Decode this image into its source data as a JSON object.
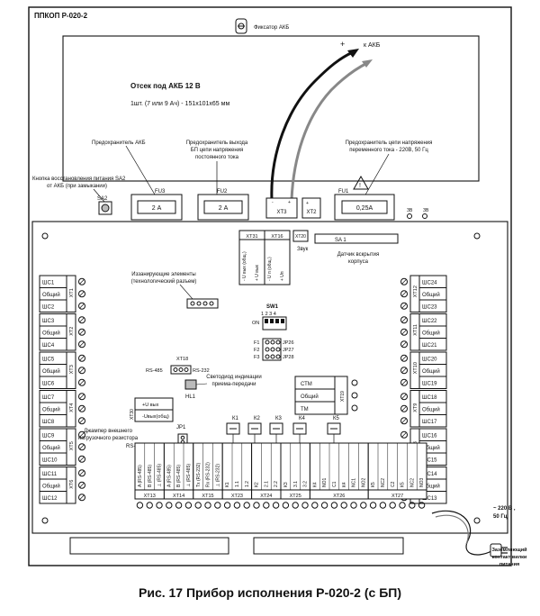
{
  "header": {
    "device_title": "ППКОП Р-020-2",
    "battery_latch": "Фиксатор АКБ",
    "battery_plus": "+",
    "battery_minus": "-",
    "to_battery": "к АКБ"
  },
  "battery_bay": {
    "title": "Отсек под АКБ 12 В",
    "subtitle": "1шт. (7 или 9 Ач) - 151x101x65 мм"
  },
  "top_labels": {
    "fuse_akb": "Предохранитель АКБ",
    "fuse_dc_out": [
      "Предохранитель выхода",
      "БП цепи напряжения",
      "постоянного тока"
    ],
    "fuse_mains": [
      "Предохранитель цепи напряжения",
      "переменного тока - 220В, 50 Гц"
    ],
    "sa2_button": [
      "Кнопка восстановления питания SA2",
      "от АКБ (при замыкании)"
    ]
  },
  "fuses": [
    {
      "id": "FU3",
      "value": "2 А"
    },
    {
      "id": "FU2",
      "value": "2 А"
    },
    {
      "id": "FU1",
      "value": "0,25А"
    }
  ],
  "switches": {
    "sa2": "SA2",
    "sa1": "SA 1",
    "tamper_caption": [
      "Датчик вскрытия",
      "корпуса"
    ],
    "sound": "Звук",
    "xt20": "ХТ20"
  },
  "xt3": {
    "id": "ХТ3",
    "pol": [
      "-",
      "+"
    ]
  },
  "xt2": {
    "id": "ХТ2",
    "pol": "+"
  },
  "xt_power": {
    "xt31": "ХТ31",
    "xt16": "ХТ16",
    "pins": [
      "- U вых (общ.)",
      "+ U вых",
      "- U п (общ.)",
      "+ Uп"
    ]
  },
  "tech_conn": [
    "Иззанирующие элементы",
    "(технологический разъем)"
  ],
  "sw1": {
    "id": "SW1",
    "on": "ON",
    "numbers": "1 2 3 4"
  },
  "jumpers": [
    {
      "f": "F1",
      "jp": "JP26"
    },
    {
      "f": "F2",
      "jp": "JP27"
    },
    {
      "f": "F3",
      "jp": "JP28"
    }
  ],
  "rs": {
    "xt18": "ХТ18",
    "left": "RS-485",
    "right": "RS-232"
  },
  "led": {
    "caption": [
      "Светодиод индикации",
      "приема-передачи"
    ],
    "id": "HL1"
  },
  "stm": {
    "xt": "ХТ19",
    "rows": [
      "СТМ",
      "Общий",
      "ТМ"
    ]
  },
  "xt30": {
    "rows": [
      "+U вых",
      "-Uвых(общ)"
    ],
    "id": "ХТ30"
  },
  "jp1": {
    "caption": [
      "Джампер внешнего",
      "нагрузочного резистора"
    ],
    "rs": "RS-485",
    "id": "JP1"
  },
  "left_blocks": [
    {
      "id": "ХТ1",
      "rows": [
        "ШС1",
        "Общий",
        "ШС2"
      ]
    },
    {
      "id": "ХТ2",
      "rows": [
        "ШС3",
        "Общий",
        "ШС4"
      ]
    },
    {
      "id": "ХТ3",
      "rows": [
        "ШС5",
        "Общий",
        "ШС6"
      ]
    },
    {
      "id": "ХТ4",
      "rows": [
        "ШС7",
        "Общий",
        "ШС8"
      ]
    },
    {
      "id": "ХТ5",
      "rows": [
        "ШС9",
        "Общий",
        "ШС10"
      ]
    },
    {
      "id": "ХТ6",
      "rows": [
        "ШС11",
        "Общий",
        "ШС12"
      ]
    }
  ],
  "right_blocks": [
    {
      "id": "ХТ12",
      "rows": [
        "ШС24",
        "Общий",
        "ШС23"
      ]
    },
    {
      "id": "ХТ11",
      "rows": [
        "ШС22",
        "Общий",
        "ШС21"
      ]
    },
    {
      "id": "ХТ10",
      "rows": [
        "ШС20",
        "Общий",
        "ШС19"
      ]
    },
    {
      "id": "ХТ9",
      "rows": [
        "ШС18",
        "Общий",
        "ШС17"
      ]
    },
    {
      "id": "ХТ8",
      "rows": [
        "ШС16",
        "Общий",
        "ШС15"
      ]
    },
    {
      "id": "ХТ7",
      "rows": [
        "ШС14",
        "Общий",
        "ШС13"
      ]
    }
  ],
  "relays": [
    "К1",
    "К2",
    "К3",
    "К4",
    "К5"
  ],
  "bottom_terminals": [
    {
      "id": "ХТ13",
      "pins": [
        "A (RS-485)",
        "B (RS-485)",
        "⊥ (RS-485)"
      ]
    },
    {
      "id": "ХТ14",
      "pins": [
        "A (RS-485)",
        "B (RS-485)",
        "⊥ (RS-485)"
      ]
    },
    {
      "id": "ХТ15",
      "pins": [
        "Tx (RS-232)",
        "Rx (RS-232)",
        "⊥ (RS-232)"
      ]
    },
    {
      "id": "ХТ23",
      "pins": [
        "К1",
        "1.1",
        "1.2"
      ]
    },
    {
      "id": "ХТ24",
      "pins": [
        "К2",
        "2.1",
        "2.2"
      ]
    },
    {
      "id": "ХТ25",
      "pins": [
        "К3",
        "3.1",
        "3.2"
      ]
    },
    {
      "id": "ХТ26",
      "pins": [
        "К4",
        "NO1",
        "C1",
        "К4",
        "NC1",
        "NO2"
      ]
    },
    {
      "id": "ХТ27",
      "pins": [
        "К5",
        "NC2",
        "C2",
        "К5",
        "NC2",
        "NO3"
      ]
    }
  ],
  "mains": {
    "label": [
      "~ 220 В ,",
      "50 Гц"
    ],
    "ground": [
      "Заземляющий",
      "контакт вилки",
      "питания"
    ]
  },
  "misc": {
    "mark_a": "ЗВ",
    "mark_b": "ЗВ"
  },
  "caption": "Рис. 17 Прибор исполнения Р-020-2 (с БП)"
}
